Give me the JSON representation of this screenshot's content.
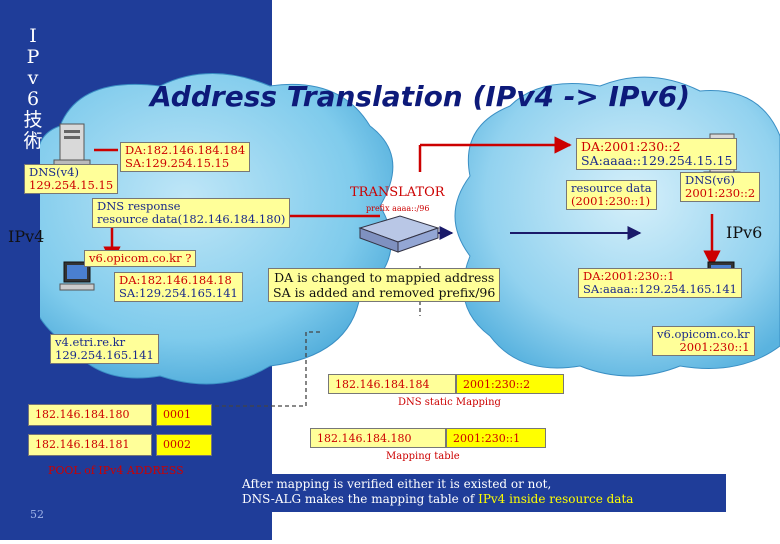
{
  "sidebar": {
    "vertical_title": "IPv6 技術"
  },
  "slide": {
    "title": "Address Translation (IPv4 -> IPv6)",
    "page_number": "52"
  },
  "v4_side": {
    "network_label": "IPv4",
    "dns_label": "DNS(v4)",
    "dns_addr": "129.254.15.15",
    "dns_query_box": {
      "da": "DA:182.146.184.184",
      "sa": "SA:129.254.15.15"
    },
    "dns_response_box": {
      "line1": "DNS response",
      "line2": "resource data(182.146.184.180)"
    },
    "query_text": "v6.opicom.co.kr ?",
    "host_box": {
      "da": "DA:182.146.184.18",
      "sa": "SA:129.254.165.141"
    },
    "host_name": "v4.etri.re.kr",
    "host_addr": "129.254.165.141"
  },
  "translator": {
    "label": "TRANSLATOR",
    "prefix": "prefix aaaa::/96",
    "note_line1": "DA is changed to mappied address",
    "note_line2": "SA is added and removed prefix/96"
  },
  "v6_side": {
    "network_label": "IPv6",
    "dns_label": "DNS(v6)",
    "dns_addr": "2001:230::2",
    "top_box": {
      "da": "DA:2001:230::2",
      "sa": "SA:aaaa::129.254.15.15"
    },
    "resource_box": {
      "line1": "resource data",
      "line2": "(2001:230::1)"
    },
    "host_box": {
      "da": "DA:2001:230::1",
      "sa": "SA:aaaa::129.254.165.141"
    },
    "host_name": "v6.opicom.co.kr",
    "host_addr": "2001:230::1"
  },
  "dns_static_mapping": {
    "v4": "182.146.184.184",
    "v6": "2001:230::2",
    "caption": "DNS static Mapping"
  },
  "mapping_table": {
    "v4": "182.146.184.180",
    "v6": "2001:230::1",
    "caption": "Mapping table"
  },
  "pool": {
    "rows": [
      {
        "addr": "182.146.184.180",
        "id": "0001"
      },
      {
        "addr": "182.146.184.181",
        "id": "0002"
      }
    ],
    "caption": "POOL of IPv4 ADDRESS"
  },
  "bottom_note": {
    "line1": "After mapping is verified either it is existed or not,",
    "line2_pre": "DNS-ALG makes the mapping table of ",
    "line2_hl": "IPv4 inside resource data"
  },
  "colors": {
    "sidebar": "#1f3d99",
    "cloud_v4": "#8fd0ee",
    "cloud_v6": "#9fd6f0",
    "box_fill": "#ffff99",
    "arrow_red": "#cc0000",
    "highlight": "#ffff00"
  }
}
